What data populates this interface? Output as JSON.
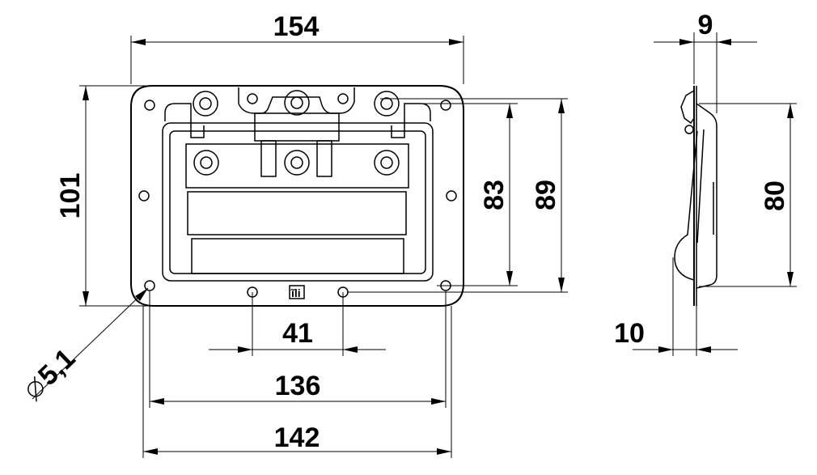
{
  "front_view": {
    "width_overall": "154",
    "height_overall": "101",
    "height_inner": "83",
    "height_holes": "89",
    "hole_spacing_center": "41",
    "hole_spacing_inner": "136",
    "width_mount": "142",
    "hole_diameter": "5,1",
    "logo": "ĩli"
  },
  "side_view": {
    "depth_top": "9",
    "depth_bottom": "10",
    "height_side": "80"
  }
}
